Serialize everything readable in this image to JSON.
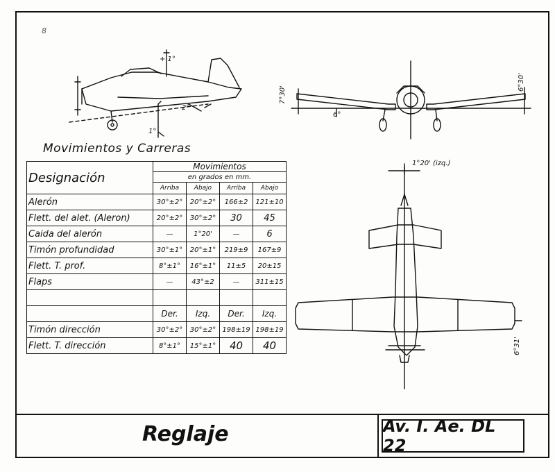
{
  "corner_mark": "8",
  "section_title": "Movimientos y Carreras",
  "table": {
    "header_designation": "Designación",
    "header_group": "Movimientos",
    "header_subgroup": "en grados    en mm.",
    "col_headers": [
      "Arriba",
      "Abajo",
      "Arriba",
      "Abajo"
    ],
    "rows": [
      {
        "name": "Alerón",
        "values": [
          "30°±2°",
          "20°±2°",
          "166±2",
          "121±10"
        ]
      },
      {
        "name": "Flett. del alet. (Aleron)",
        "values": [
          "20°±2°",
          "30°±2°",
          "30",
          "45"
        ]
      },
      {
        "name": "Caida del alerón",
        "values": [
          "—",
          "1°20'",
          "—",
          "6"
        ]
      },
      {
        "name": "Timón profundidad",
        "values": [
          "30°±1°",
          "20°±1°",
          "219±9",
          "167±9"
        ]
      },
      {
        "name": "Flett. T. prof.",
        "values": [
          "8°±1°",
          "16°±1°",
          "11±5",
          "20±15"
        ]
      },
      {
        "name": "Flaps",
        "values": [
          "—",
          "43°±2",
          "—",
          "311±15"
        ]
      }
    ],
    "dir_headers": [
      "Der.",
      "Izq.",
      "Der.",
      "Izq."
    ],
    "dir_rows": [
      {
        "name": "Timón dirección",
        "values": [
          "30°±2°",
          "30°±2°",
          "198±19",
          "198±19"
        ]
      },
      {
        "name": "Flett. T. dirección",
        "values": [
          "8°±1°",
          "15°±1°",
          "40",
          "40"
        ]
      }
    ]
  },
  "dimensions": {
    "side_plus": "+ 1°",
    "side_incidence": "1°",
    "side_angle": "2°",
    "front_left": "7°30'",
    "front_right": "6°30'",
    "front_center": "6°",
    "top_offset": "1°20' (izq.)",
    "top_wingtip": "6°31'"
  },
  "title_block": {
    "title": "Reglaje",
    "code": "Av. I. Ae. DL 22"
  }
}
